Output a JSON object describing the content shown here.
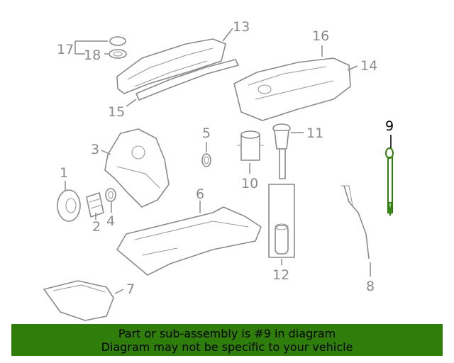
{
  "diagram": {
    "highlight_color": "#2f7d0a",
    "callouts": {
      "c1": "1",
      "c2": "2",
      "c3": "3",
      "c4": "4",
      "c5": "5",
      "c6": "6",
      "c7": "7",
      "c8": "8",
      "c9": "9",
      "c10": "10",
      "c11": "11",
      "c12": "12",
      "c13": "13",
      "c14": "14",
      "c15": "15",
      "c16": "16",
      "c17": "17",
      "c18": "18"
    },
    "highlighted": "9"
  },
  "banner": {
    "line1": "Part or sub-assembly is #9 in diagram",
    "line2": "Diagram may not be specific to your vehicle",
    "bg": "#2f7d0a"
  }
}
